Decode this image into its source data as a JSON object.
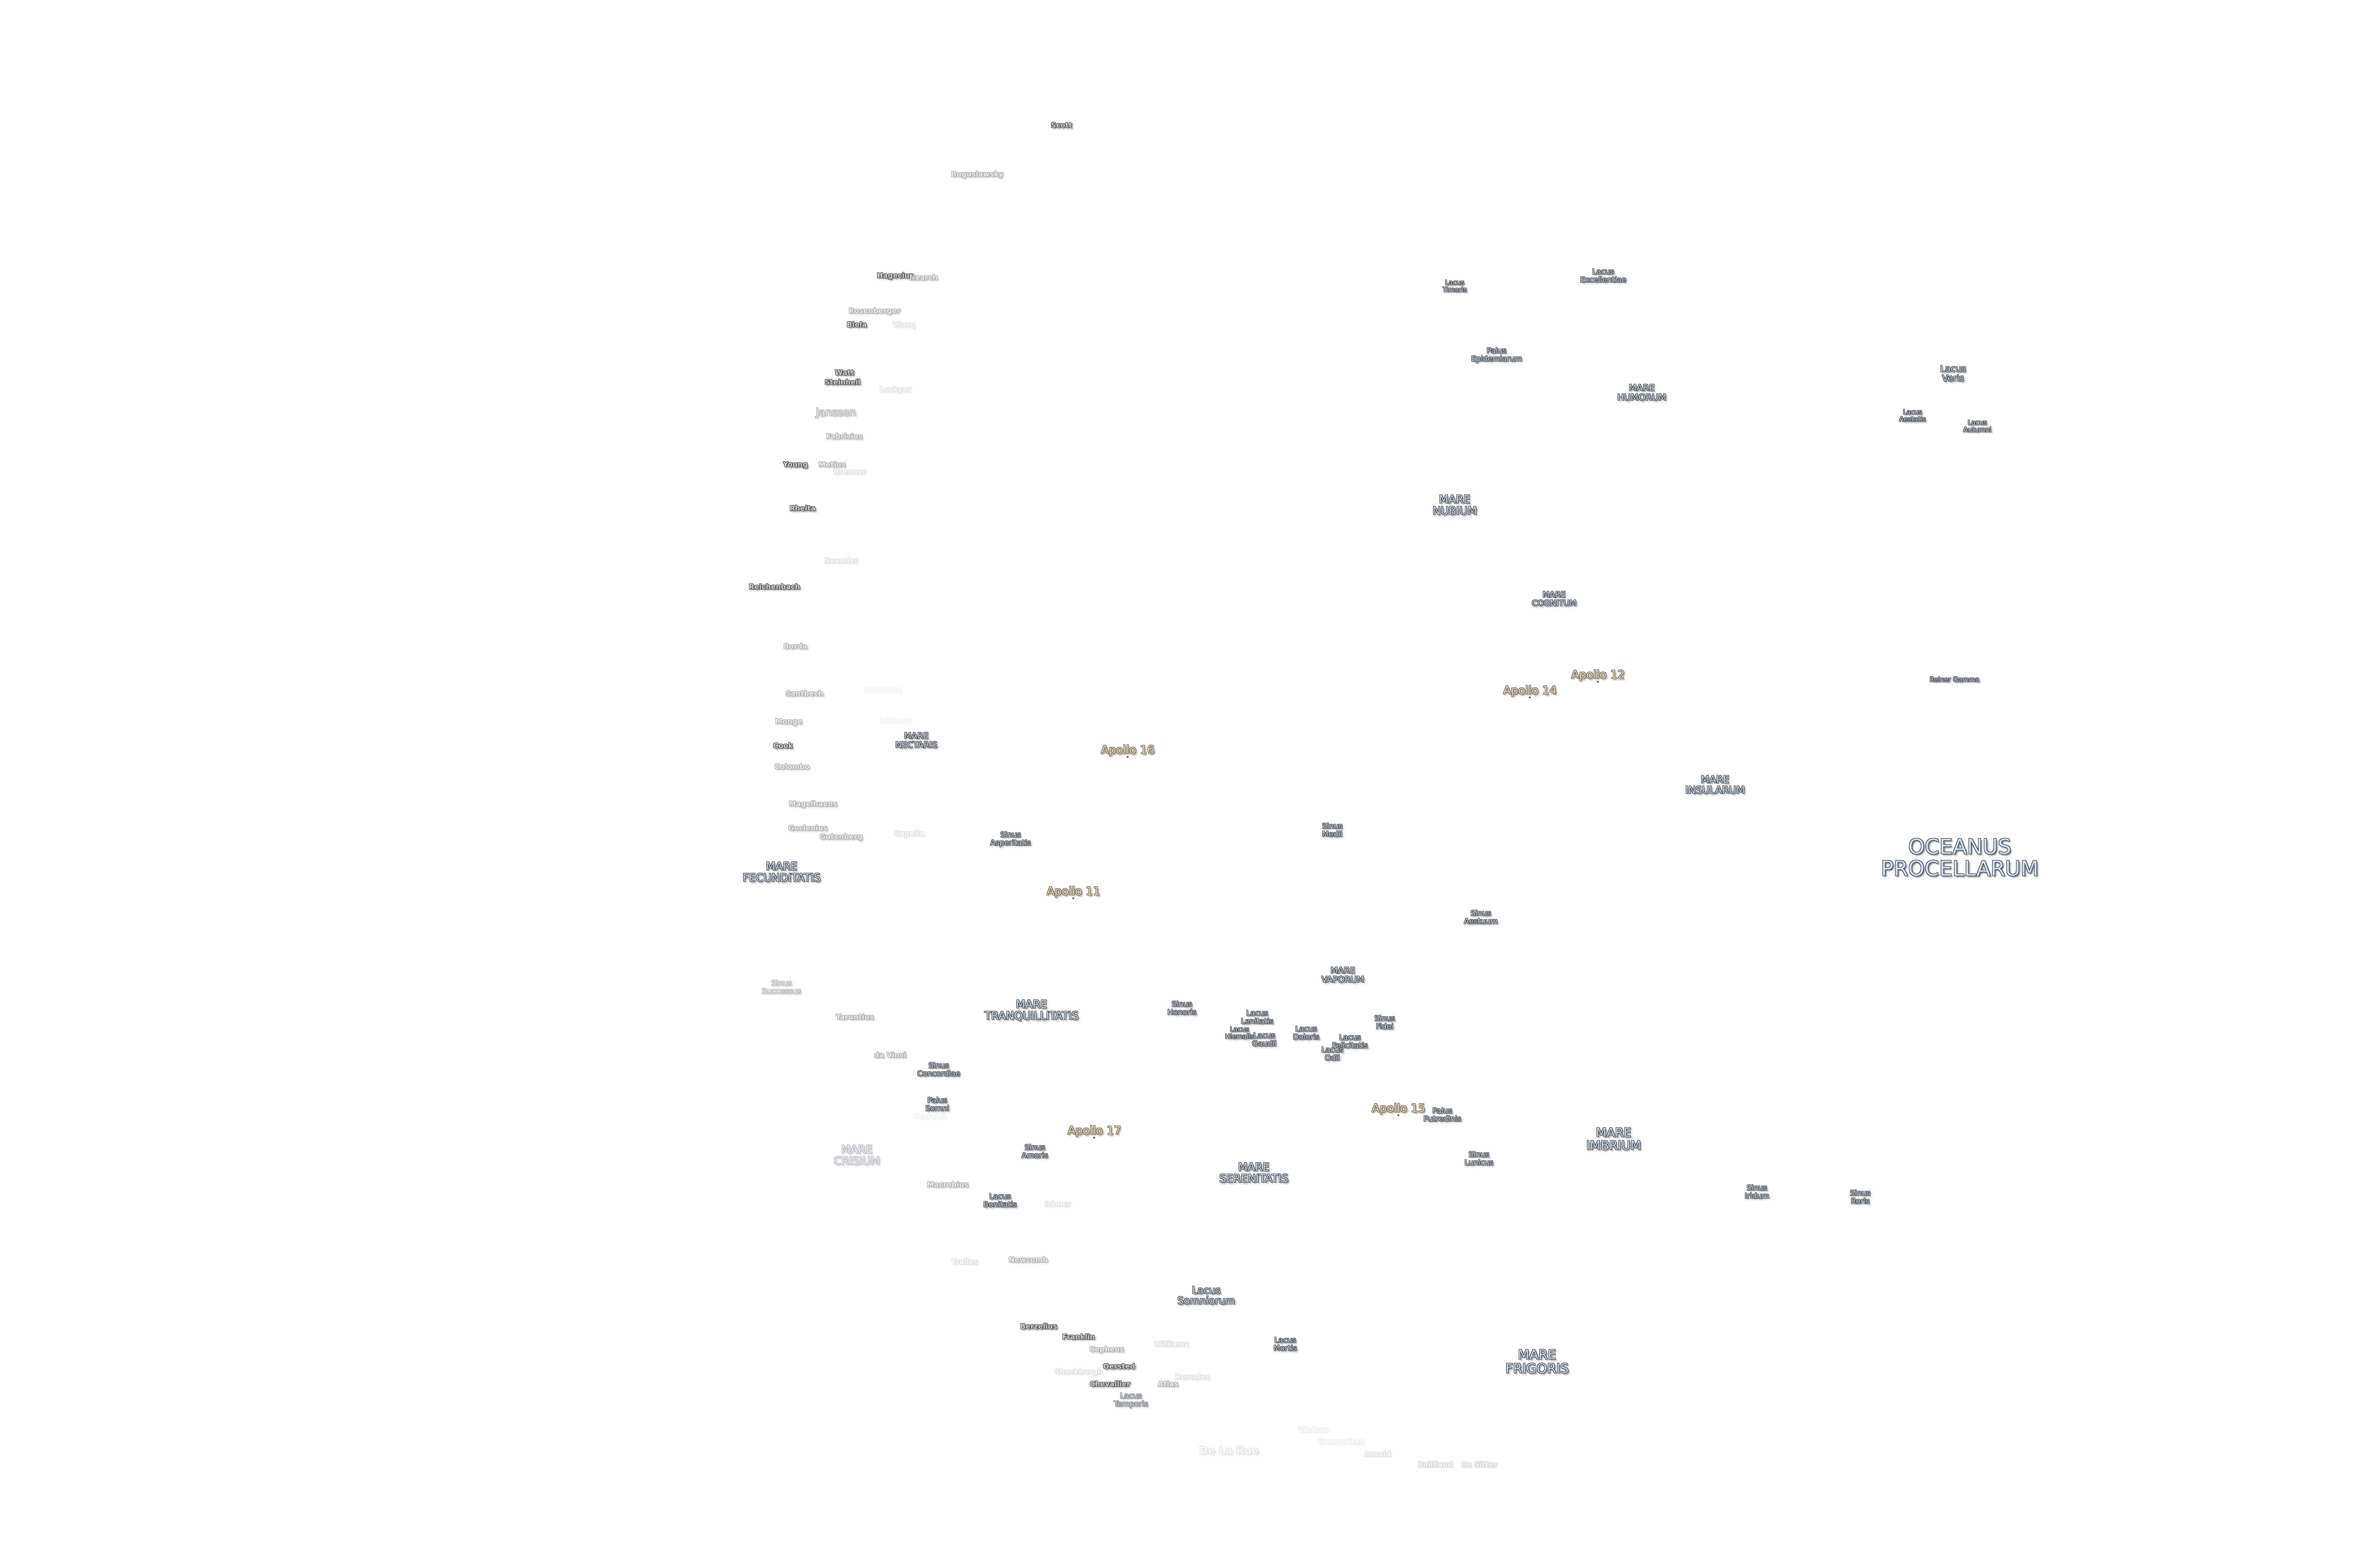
{
  "craters": [
    "Scott",
    "Boguslawsky",
    "Hagecius",
    "Nearch",
    "Rosenberger",
    "Biela",
    "Vlacq",
    "Watt",
    "Steinheil",
    "Lockyer",
    "Janssen",
    "Fabricius",
    "Young",
    "Metius",
    "Brenner",
    "Rheita",
    "Neander",
    "Reichenbach",
    "Borda",
    "Santbech",
    "Monge",
    "Cook",
    "Colombo",
    "Daguerre",
    "Isidorus",
    "Magelhaens",
    "Goclenius",
    "Gutenberg",
    "Capella",
    "Taruntius",
    "da Vinci",
    "Maraldi",
    "Macrobius",
    "Römer",
    "Tralles",
    "Newcomb",
    "Berzelius",
    "Franklin",
    "Cepheus",
    "Williams",
    "Oersted",
    "Shuckburgh",
    "Chevallier",
    "Atlas",
    "Hercules",
    "De La Rue",
    "Gärtner",
    "Democritus",
    "Arnold",
    "Bailliaud",
    "De Sitter"
  ],
  "seas": [
    "MARE\nNECTARIS",
    "Sinus\nAsperitatis",
    "MARE\nFECUNDITATIS",
    "Sinus\nMedii",
    "Sinus\nAestuum",
    "MARE\nVAPORUM",
    "Sinus\nHonoris",
    "Lacus\nLenitatis",
    "Lacus\nHiemalis",
    "Lacus\nGaudii",
    "Lacus\nDoloris",
    "Lacus\nFelicitatis",
    "Lacus\nOdii",
    "Sinus\nFidei",
    "Palus\nPutredinis",
    "Sinus\nSuccessus",
    "MARE\nTRANQUILLITATIS",
    "Sinus\nConcordiae",
    "Palus\nSomni",
    "Sinus\nAmoris",
    "MARE\nCRISIUM",
    "Lacus\nBonitatis",
    "MARE\nSERENITATIS",
    "Sinus\nLunicus",
    "MARE\nIMBRIUM",
    "Sinus\nIridum",
    "Sinus\nRoris",
    "Lacus\nSomniorum",
    "Lacus\nMortis",
    "Lacus\nTemporis",
    "MARE\nFRIGORIS",
    "Lacus\nTimoris",
    "Lacus\nExcellentiae",
    "Palus\nEpidemiarum",
    "MARE\nHUMORUM",
    "Lacus\nVeris",
    "Lacus\nAestatis",
    "Lacus\nAutumni",
    "MARE\nNUBIUM",
    "MARE\nCOGNITUM",
    "Reiner Gamma",
    "MARE\nINSULARUM",
    "OCEANUS\nPROCELLARUM"
  ],
  "apollo": [
    "Apollo 11",
    "Apollo 12",
    "Apollo 14",
    "Apollo 15",
    "Apollo 16",
    "Apollo 17"
  ],
  "colors": {
    "sea_fill": "#cfe0f3",
    "apollo_fill": "#f2dcae",
    "crater_fill": "#d4d4d4",
    "background": "#ffffff"
  }
}
